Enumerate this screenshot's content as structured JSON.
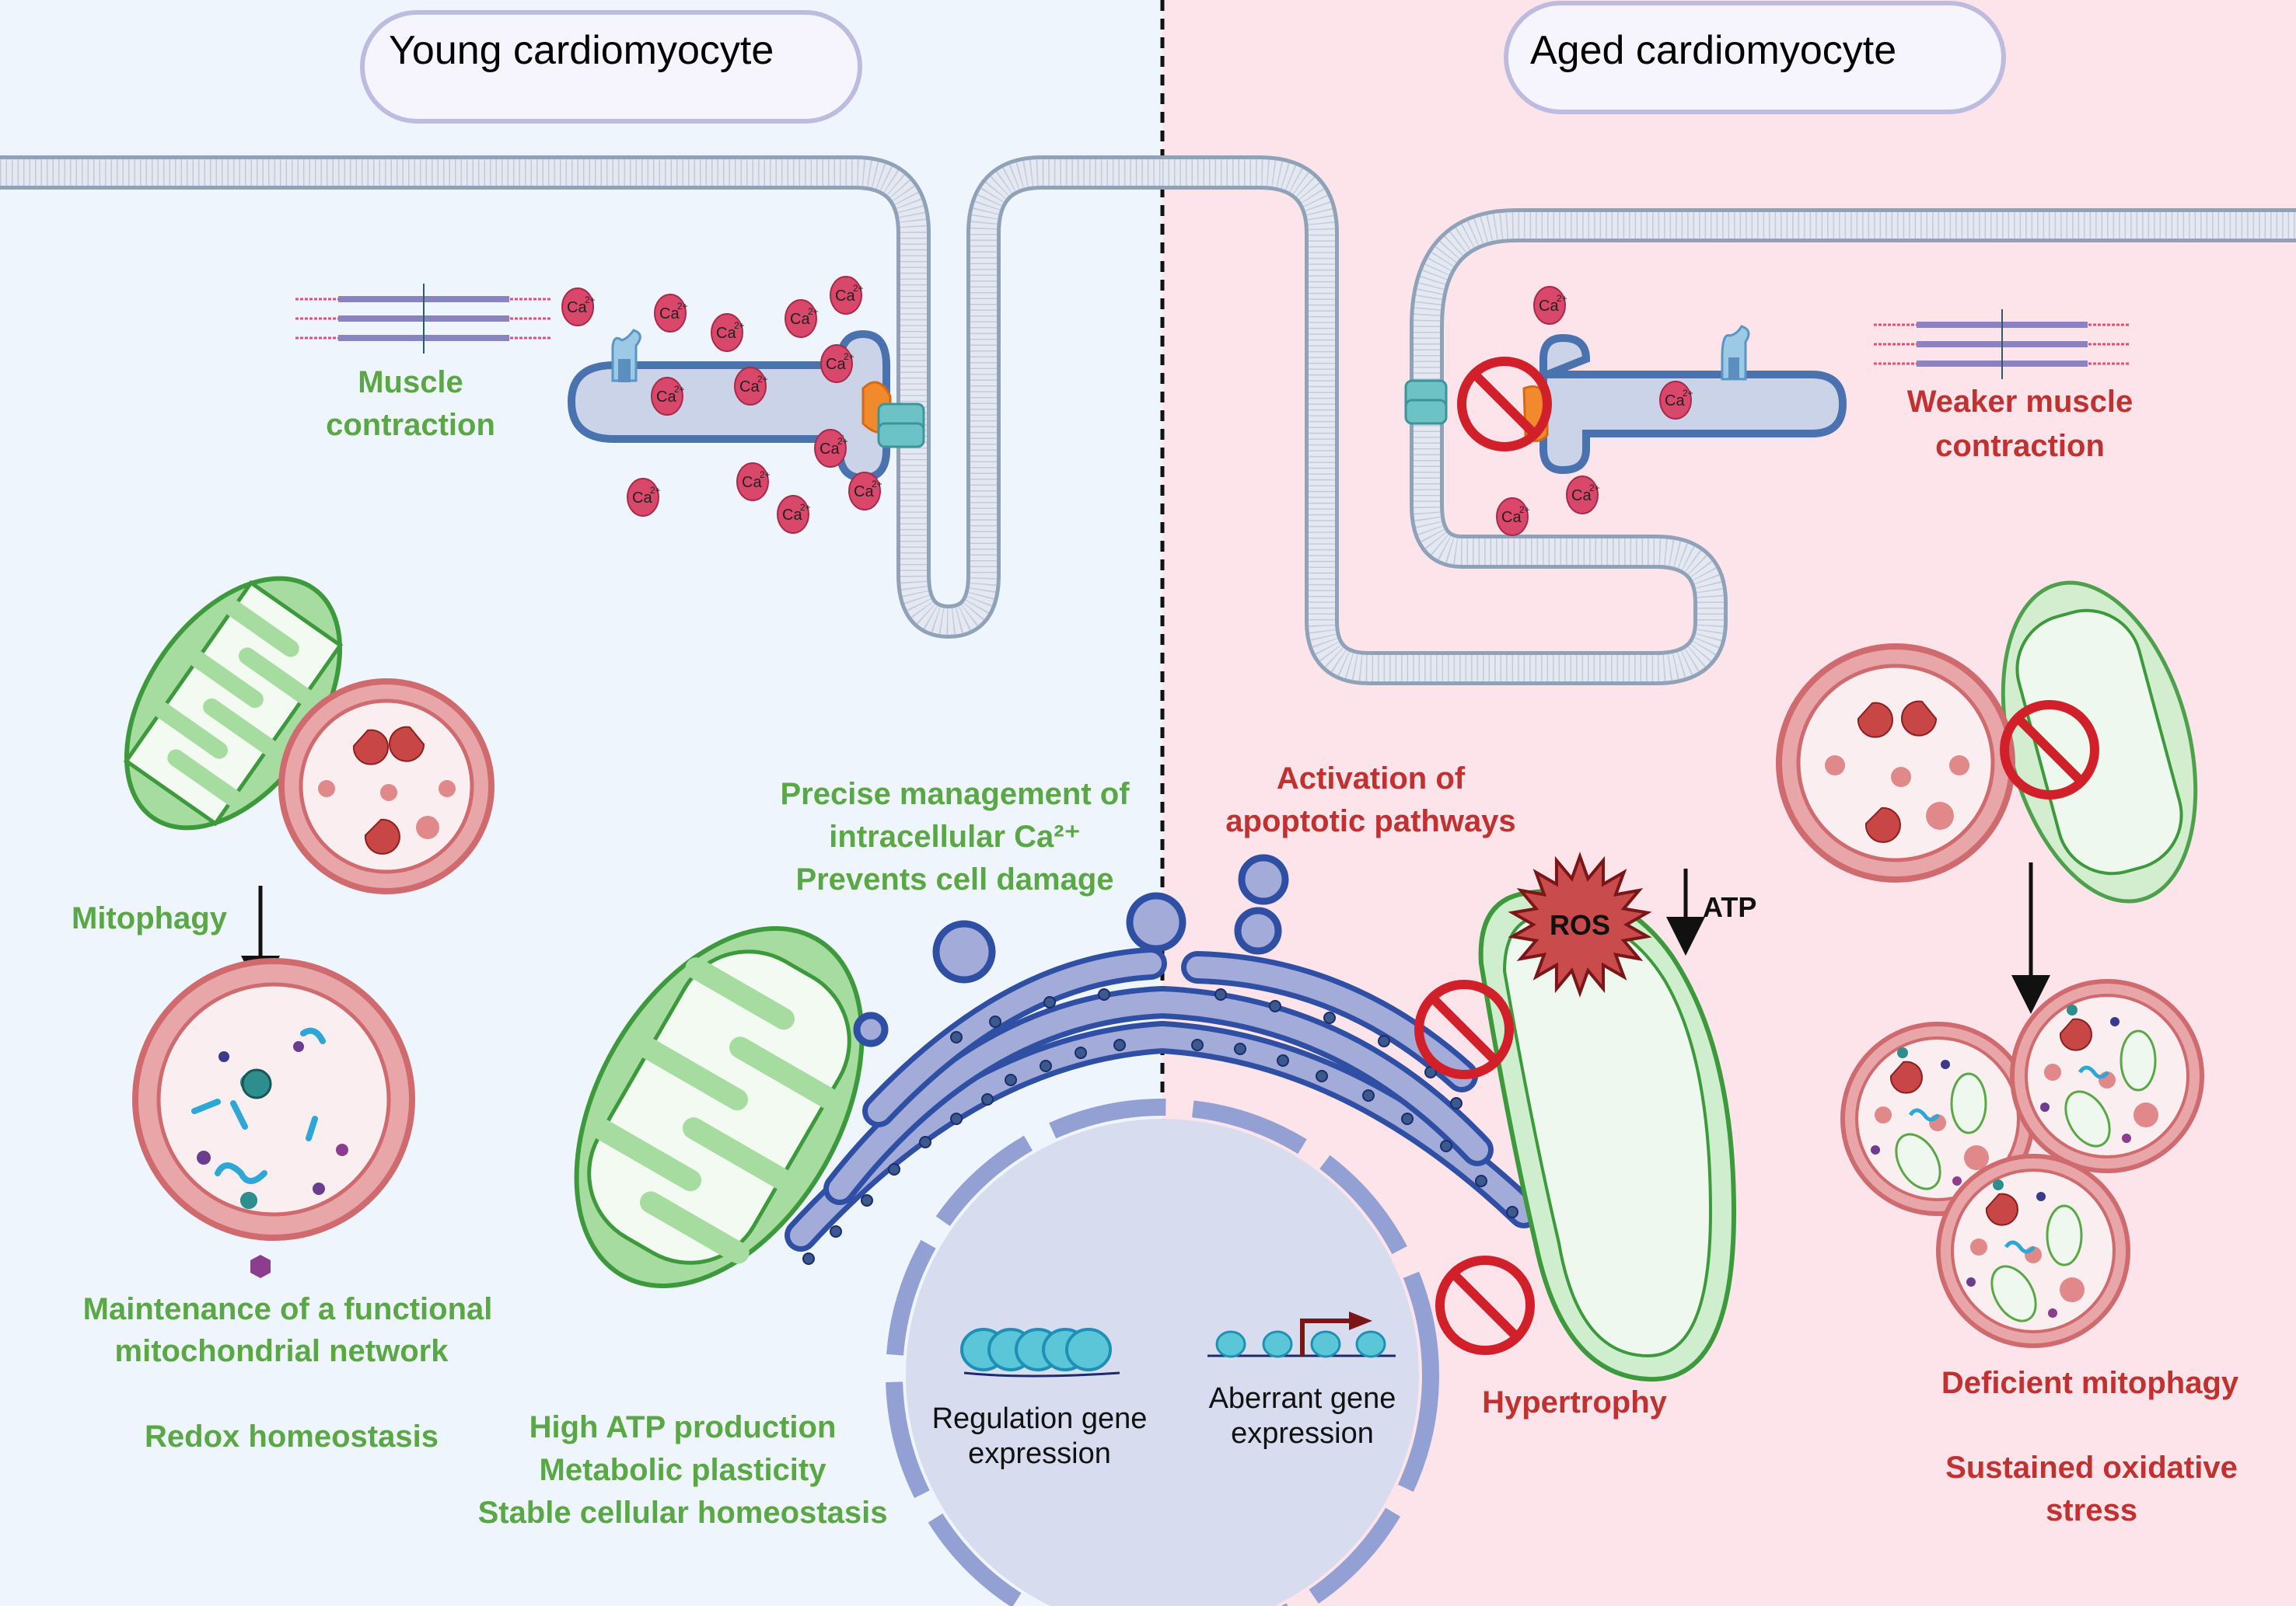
{
  "panels": {
    "young": {
      "title": "Young cardiomyocyte",
      "background": "#eef5fc",
      "labels": {
        "muscle": [
          "Muscle",
          "contraction"
        ],
        "mitophagy": "Mitophagy",
        "network": [
          "Maintenance of a functional",
          "mitochondrial network"
        ],
        "redox": "Redox homeostasis",
        "calcium": [
          "Precise management of",
          "intracellular Ca²⁺",
          "Prevents cell damage"
        ],
        "atp": [
          "High ATP production",
          "Metabolic plasticity",
          "Stable cellular homeostasis"
        ],
        "gene": [
          "Regulation gene",
          "expression"
        ]
      }
    },
    "aged": {
      "title": "Aged cardiomyocyte",
      "background": "#fce4ea",
      "labels": {
        "muscle": [
          "Weaker muscle",
          "contraction"
        ],
        "apoptosis": [
          "Activation of",
          "apoptotic pathways"
        ],
        "ros": "ROS",
        "atp": "ATP",
        "hypertrophy": "Hypertrophy",
        "gene": [
          "Aberrant gene",
          "expression"
        ],
        "mitophagy": "Deficient mitophagy",
        "stress": [
          "Sustained oxidative",
          "stress"
        ]
      }
    }
  },
  "ion_label": "Ca",
  "ion_charge": "2+",
  "colors": {
    "positive_text": "#5aa845",
    "negative_text": "#c0312f",
    "membrane": "#8fa2b8",
    "er": "#a3acd9",
    "er_stroke": "#2f4fa5",
    "mito_fill": "#a6dca0",
    "mito_stroke": "#3c9a3c",
    "lysosome": "#d06a6e",
    "calcium": "#d9476a",
    "inhibit": "#d2202a"
  }
}
